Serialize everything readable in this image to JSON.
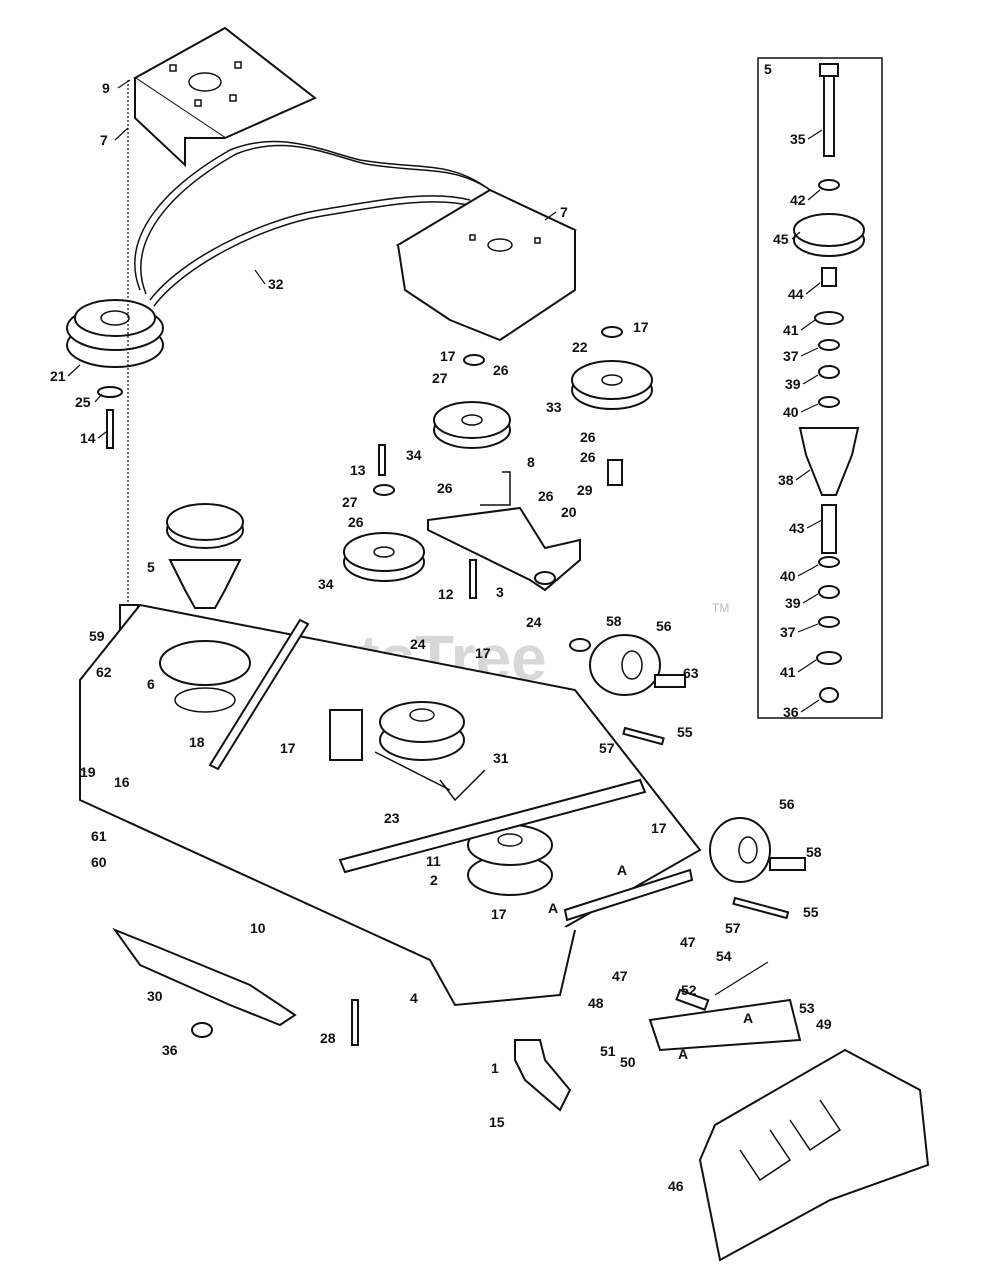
{
  "watermark": {
    "text": "PartsTree",
    "tm": "TM"
  },
  "inset": {
    "title": "5"
  },
  "callouts": [
    {
      "id": "c9",
      "text": "9"
    },
    {
      "id": "c7a",
      "text": "7"
    },
    {
      "id": "c7b",
      "text": "7"
    },
    {
      "id": "c32",
      "text": "32"
    },
    {
      "id": "c21",
      "text": "21"
    },
    {
      "id": "c25",
      "text": "25"
    },
    {
      "id": "c14",
      "text": "14"
    },
    {
      "id": "c17a",
      "text": "17"
    },
    {
      "id": "c27a",
      "text": "27"
    },
    {
      "id": "c26a",
      "text": "26"
    },
    {
      "id": "c22",
      "text": "22"
    },
    {
      "id": "c17b",
      "text": "17"
    },
    {
      "id": "c33",
      "text": "33"
    },
    {
      "id": "c26b",
      "text": "26"
    },
    {
      "id": "c26c",
      "text": "26"
    },
    {
      "id": "c34a",
      "text": "34"
    },
    {
      "id": "c13",
      "text": "13"
    },
    {
      "id": "c8",
      "text": "8"
    },
    {
      "id": "c29",
      "text": "29"
    },
    {
      "id": "c27b",
      "text": "27"
    },
    {
      "id": "c26d",
      "text": "26"
    },
    {
      "id": "c26e",
      "text": "26"
    },
    {
      "id": "c26f",
      "text": "26"
    },
    {
      "id": "c20",
      "text": "20"
    },
    {
      "id": "c5",
      "text": "5"
    },
    {
      "id": "c34b",
      "text": "34"
    },
    {
      "id": "c12",
      "text": "12"
    },
    {
      "id": "c3",
      "text": "3"
    },
    {
      "id": "c59",
      "text": "59"
    },
    {
      "id": "c24a",
      "text": "24"
    },
    {
      "id": "c24b",
      "text": "24"
    },
    {
      "id": "c58a",
      "text": "58"
    },
    {
      "id": "c56a",
      "text": "56"
    },
    {
      "id": "c62",
      "text": "62"
    },
    {
      "id": "c17c",
      "text": "17"
    },
    {
      "id": "c63",
      "text": "63"
    },
    {
      "id": "c6",
      "text": "6"
    },
    {
      "id": "c18",
      "text": "18"
    },
    {
      "id": "c17d",
      "text": "17"
    },
    {
      "id": "c57a",
      "text": "57"
    },
    {
      "id": "c55a",
      "text": "55"
    },
    {
      "id": "c19",
      "text": "19"
    },
    {
      "id": "c16",
      "text": "16"
    },
    {
      "id": "c31",
      "text": "31"
    },
    {
      "id": "c23",
      "text": "23"
    },
    {
      "id": "c56b",
      "text": "56"
    },
    {
      "id": "c61",
      "text": "61"
    },
    {
      "id": "c17e",
      "text": "17"
    },
    {
      "id": "c60",
      "text": "60"
    },
    {
      "id": "c11",
      "text": "11"
    },
    {
      "id": "c58b",
      "text": "58"
    },
    {
      "id": "c2",
      "text": "2"
    },
    {
      "id": "cA1",
      "text": "A"
    },
    {
      "id": "c17f",
      "text": "17"
    },
    {
      "id": "cA2",
      "text": "A"
    },
    {
      "id": "c55b",
      "text": "55"
    },
    {
      "id": "c47a",
      "text": "47"
    },
    {
      "id": "c57b",
      "text": "57"
    },
    {
      "id": "c10",
      "text": "10"
    },
    {
      "id": "c47b",
      "text": "47"
    },
    {
      "id": "c54",
      "text": "54"
    },
    {
      "id": "c30",
      "text": "30"
    },
    {
      "id": "c4",
      "text": "4"
    },
    {
      "id": "c52",
      "text": "52"
    },
    {
      "id": "c53",
      "text": "53"
    },
    {
      "id": "c48",
      "text": "48"
    },
    {
      "id": "c28",
      "text": "28"
    },
    {
      "id": "c49",
      "text": "49"
    },
    {
      "id": "cA3",
      "text": "A"
    },
    {
      "id": "c36a",
      "text": "36"
    },
    {
      "id": "c1",
      "text": "1"
    },
    {
      "id": "c51",
      "text": "51"
    },
    {
      "id": "c50",
      "text": "50"
    },
    {
      "id": "cA4",
      "text": "A"
    },
    {
      "id": "c15",
      "text": "15"
    },
    {
      "id": "c46",
      "text": "46"
    },
    {
      "id": "c35",
      "text": "35"
    },
    {
      "id": "c42",
      "text": "42"
    },
    {
      "id": "c45",
      "text": "45"
    },
    {
      "id": "c44",
      "text": "44"
    },
    {
      "id": "c41a",
      "text": "41"
    },
    {
      "id": "c37a",
      "text": "37"
    },
    {
      "id": "c39a",
      "text": "39"
    },
    {
      "id": "c40a",
      "text": "40"
    },
    {
      "id": "c38",
      "text": "38"
    },
    {
      "id": "c43",
      "text": "43"
    },
    {
      "id": "c40b",
      "text": "40"
    },
    {
      "id": "c39b",
      "text": "39"
    },
    {
      "id": "c37b",
      "text": "37"
    },
    {
      "id": "c41b",
      "text": "41"
    },
    {
      "id": "c36b",
      "text": "36"
    }
  ]
}
